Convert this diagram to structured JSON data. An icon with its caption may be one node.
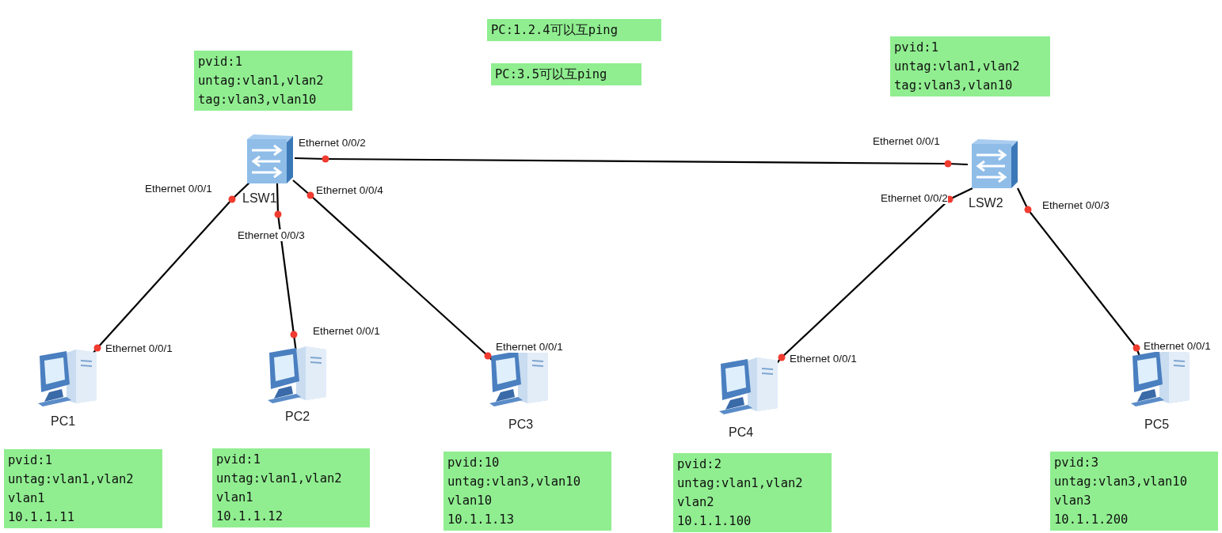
{
  "diagram": {
    "nodes": [
      {
        "text": [
          "PC:1.2.4可以互ping"
        ]
      },
      {
        "text": [
          "PC:3.5可以互ping"
        ]
      },
      {
        "text": [
          "pvid:1",
          "untag:vlan1,vlan2",
          "tag:vlan3,vlan10"
        ]
      },
      {
        "text": [
          "pvid:1",
          "untag:vlan1,vlan2",
          "tag:vlan3,vlan10"
        ]
      },
      {
        "text": [
          "LSW1"
        ],
        "beside": [
          "Ethernet 0/0/2",
          "Ethernet 0/0/1",
          "Ethernet 0/0/4",
          "Ethernet 0/0/3"
        ]
      },
      {
        "text": [
          "LSW2"
        ],
        "beside": [
          "Ethernet 0/0/1",
          "Ethernet 0/0/2",
          "Ethernet 0/0/3"
        ]
      },
      {
        "text": [
          "PC1"
        ],
        "beside": [
          "Ethernet 0/0/1"
        ]
      },
      {
        "text": [
          "PC2"
        ],
        "beside": [
          "Ethernet 0/0/1"
        ]
      },
      {
        "text": [
          "PC3"
        ],
        "beside": [
          "Ethernet 0/0/1"
        ]
      },
      {
        "text": [
          "PC4"
        ],
        "beside": [
          "Ethernet 0/0/1"
        ]
      },
      {
        "text": [
          "PC5"
        ],
        "beside": [
          "Ethernet 0/0/1"
        ]
      },
      {
        "text": [
          "pvid:1",
          "untag:vlan1,vlan2",
          "vlan1",
          "10.1.1.11"
        ]
      },
      {
        "text": [
          "pvid:1",
          "untag:vlan1,vlan2",
          "vlan1",
          "10.1.1.12"
        ]
      },
      {
        "text": [
          "pvid:10",
          "untag:vlan3,vlan10",
          "vlan10",
          "10.1.1.13"
        ]
      },
      {
        "text": [
          "pvid:2",
          "untag:vlan1,vlan2",
          "vlan2",
          "10.1.1.100"
        ]
      },
      {
        "text": [
          "pvid:3",
          "untag:vlan3,vlan10",
          "vlan3",
          "10.1.1.200"
        ]
      }
    ],
    "edges": [
      {
        "from": 4,
        "to": 5,
        "arrow": "none"
      },
      {
        "from": 4,
        "to": 6,
        "arrow": "none"
      },
      {
        "from": 4,
        "to": 7,
        "arrow": "none"
      },
      {
        "from": 4,
        "to": 8,
        "arrow": "none"
      },
      {
        "from": 5,
        "to": 9,
        "arrow": "none"
      },
      {
        "from": 5,
        "to": 10,
        "arrow": "none"
      }
    ]
  }
}
